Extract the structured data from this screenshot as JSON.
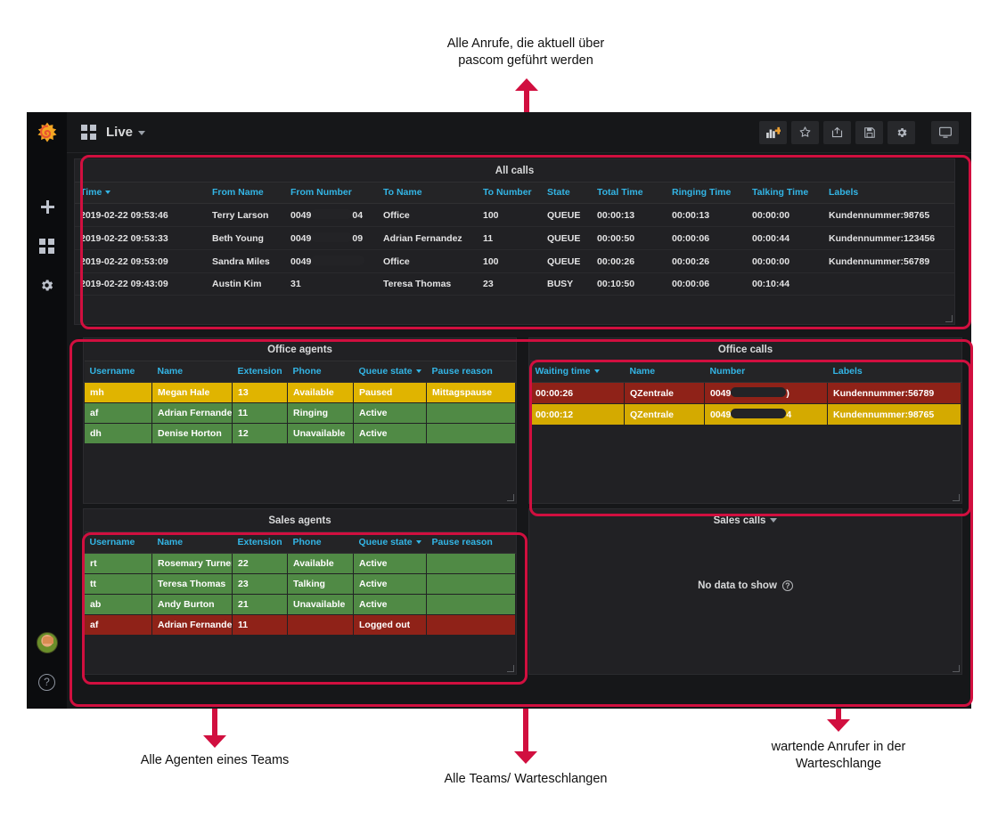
{
  "annotations": [
    {
      "id": "top",
      "text": "Alle Anrufe, die aktuell über\npascom geführt werden"
    },
    {
      "id": "agents",
      "text": "Alle Agenten eines Teams"
    },
    {
      "id": "teams",
      "text": "Alle Teams/ Warteschlangen"
    },
    {
      "id": "queue",
      "text": "wartende Anrufer in der\nWarteschlange"
    }
  ],
  "app": {
    "brand_icon": "grafana-logo-icon",
    "sidebar": {
      "items": [
        {
          "name": "create-add",
          "icon": "plus-icon"
        },
        {
          "name": "dashboards",
          "icon": "grid-icon"
        },
        {
          "name": "configuration",
          "icon": "gear-icon"
        }
      ],
      "bottom": [
        {
          "name": "user-avatar",
          "icon": "avatar-icon"
        },
        {
          "name": "help",
          "icon": "question-circle-icon"
        }
      ]
    },
    "topbar": {
      "grid_icon": "grid-icon",
      "title": "Live",
      "actions": [
        {
          "name": "add-panel",
          "icon": "bar-chart-plus-icon"
        },
        {
          "name": "mark-favorite",
          "icon": "star-icon"
        },
        {
          "name": "share-dashboard",
          "icon": "share-icon"
        },
        {
          "name": "save-dashboard",
          "icon": "save-icon"
        },
        {
          "name": "dashboard-settings",
          "icon": "gear-icon"
        },
        {
          "name": "tv-mode",
          "icon": "monitor-icon"
        }
      ]
    },
    "panels": {
      "all_calls": {
        "title": "All calls",
        "sort_column": "Time",
        "columns": [
          "Time",
          "From Name",
          "From Number",
          "To Name",
          "To Number",
          "State",
          "Total Time",
          "Ringing Time",
          "Talking Time",
          "Labels"
        ],
        "rows": [
          {
            "time": "2019-02-22 09:53:46",
            "from_name": "Terry Larson",
            "from_number_prefix": "0049",
            "from_number_suffix": "04",
            "redacted": true,
            "to_name": "Office",
            "to_number": "100",
            "state": "QUEUE",
            "total": "00:00:13",
            "ringing": "00:00:13",
            "talking": "00:00:00",
            "labels": "Kundennummer:98765"
          },
          {
            "time": "2019-02-22 09:53:33",
            "from_name": "Beth Young",
            "from_number_prefix": "0049",
            "from_number_suffix": "09",
            "redacted": true,
            "to_name": "Adrian Fernandez",
            "to_number": "11",
            "state": "QUEUE",
            "total": "00:00:50",
            "ringing": "00:00:06",
            "talking": "00:00:44",
            "labels": "Kundennummer:123456"
          },
          {
            "time": "2019-02-22 09:53:09",
            "from_name": "Sandra Miles",
            "from_number_prefix": "0049",
            "from_number_suffix": "",
            "redacted": true,
            "to_name": "Office",
            "to_number": "100",
            "state": "QUEUE",
            "total": "00:00:26",
            "ringing": "00:00:26",
            "talking": "00:00:00",
            "labels": "Kundennummer:56789"
          },
          {
            "time": "2019-02-22 09:43:09",
            "from_name": "Austin Kim",
            "from_number_prefix": "31",
            "from_number_suffix": "",
            "redacted": false,
            "to_name": "Teresa Thomas",
            "to_number": "23",
            "state": "BUSY",
            "total": "00:10:50",
            "ringing": "00:00:06",
            "talking": "00:10:44",
            "labels": ""
          }
        ]
      },
      "office_agents": {
        "title": "Office agents",
        "sort_column": "Queue state",
        "columns": [
          "Username",
          "Name",
          "Extension",
          "Phone",
          "Queue state",
          "Pause reason"
        ],
        "rows": [
          {
            "color": "yellow",
            "username": "mh",
            "name": "Megan Hale",
            "extension": "13",
            "phone": "Available",
            "queue_state": "Paused",
            "pause_reason": "Mittagspause"
          },
          {
            "color": "green",
            "username": "af",
            "name": "Adrian Fernandez",
            "extension": "11",
            "phone": "Ringing",
            "queue_state": "Active",
            "pause_reason": ""
          },
          {
            "color": "green",
            "username": "dh",
            "name": "Denise Horton",
            "extension": "12",
            "phone": "Unavailable",
            "queue_state": "Active",
            "pause_reason": ""
          }
        ]
      },
      "sales_agents": {
        "title": "Sales agents",
        "sort_column": "Queue state",
        "columns": [
          "Username",
          "Name",
          "Extension",
          "Phone",
          "Queue state",
          "Pause reason"
        ],
        "rows": [
          {
            "color": "green",
            "username": "rt",
            "name": "Rosemary Turner",
            "extension": "22",
            "phone": "Available",
            "queue_state": "Active",
            "pause_reason": ""
          },
          {
            "color": "green",
            "username": "tt",
            "name": "Teresa Thomas",
            "extension": "23",
            "phone": "Talking",
            "queue_state": "Active",
            "pause_reason": ""
          },
          {
            "color": "green",
            "username": "ab",
            "name": "Andy Burton",
            "extension": "21",
            "phone": "Unavailable",
            "queue_state": "Active",
            "pause_reason": ""
          },
          {
            "color": "red",
            "username": "af",
            "name": "Adrian Fernandez",
            "extension": "11",
            "phone": "",
            "queue_state": "Logged out",
            "pause_reason": ""
          }
        ]
      },
      "office_calls": {
        "title": "Office calls",
        "sort_column": "Waiting time",
        "columns": [
          "Waiting time",
          "Name",
          "Number",
          "Labels"
        ],
        "rows": [
          {
            "color": "red",
            "waiting_time": "00:00:26",
            "name": "QZentrale",
            "number_prefix": "0049",
            "number_suffix": ")",
            "labels": "Kundennummer:56789"
          },
          {
            "color": "gold",
            "waiting_time": "00:00:12",
            "name": "QZentrale",
            "number_prefix": "0049",
            "number_suffix": "4",
            "labels": "Kundennummer:98765"
          }
        ]
      },
      "sales_calls": {
        "title": "Sales calls",
        "empty_text": "No data to show",
        "empty_help_icon": "question-circle-icon"
      }
    }
  },
  "colors": {
    "accent_red": "#d10f3f",
    "header_blue": "#33b5e5",
    "state_green": "#508a45",
    "state_yellow": "#e0b400",
    "state_red": "#8f2218",
    "state_gold": "#d4aa00"
  }
}
